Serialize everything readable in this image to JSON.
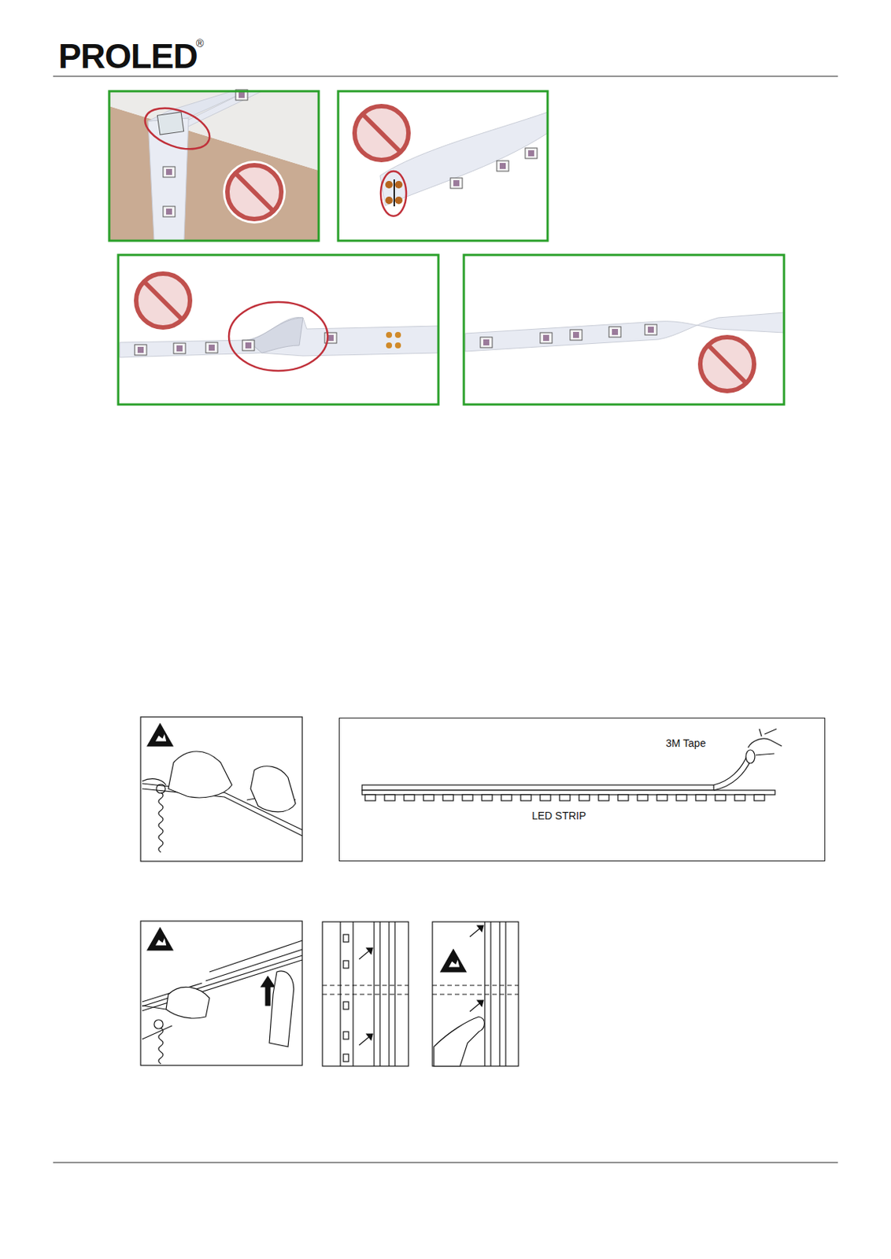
{
  "diagram": {
    "nodes": [
      {
        "text": [
          "3M Tape",
          "LED STRIP"
        ]
      }
    ],
    "labels": [
      "PROLED",
      "®"
    ]
  }
}
